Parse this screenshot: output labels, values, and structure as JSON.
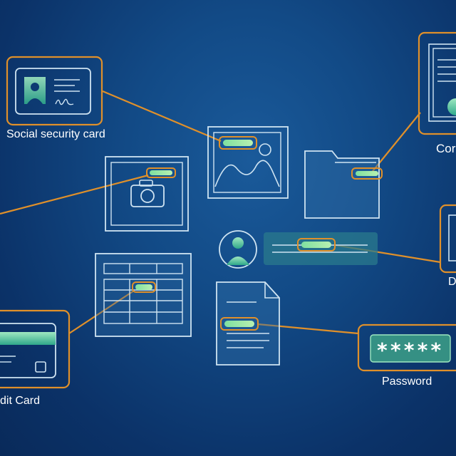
{
  "labels": {
    "social_security_card": "Social security card",
    "contract": "Cor",
    "document": "D",
    "credit_card": "dit Card",
    "password": "Password"
  },
  "password_mask": "*****",
  "colors": {
    "background": "#0d3a72",
    "connector": "#e0902a",
    "outline": "#cfe4f2",
    "highlight": "#8fe6a0",
    "highlight_dark": "#3fbf84",
    "panel": "#2a7a8c",
    "password_box": "#3a9a86"
  },
  "icons": [
    "id-card-icon",
    "image-icon",
    "camera-icon",
    "folder-icon",
    "contract-icon",
    "user-avatar-icon",
    "spreadsheet-icon",
    "file-icon",
    "credit-card-icon",
    "password-field-icon"
  ]
}
